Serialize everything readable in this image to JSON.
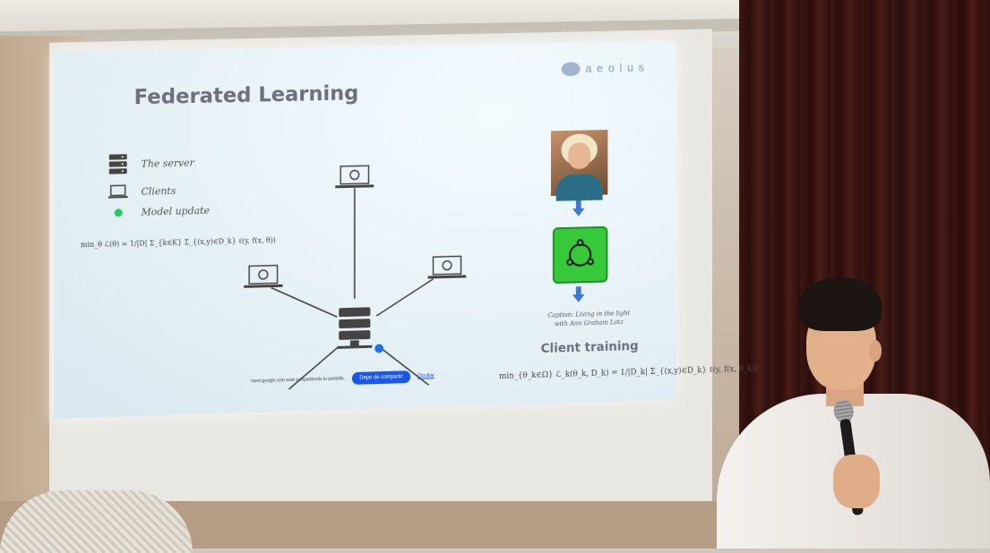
{
  "slide": {
    "title": "Federated Learning",
    "logo_text": "aeolus",
    "legend": {
      "server": "The server",
      "clients": "Clients",
      "model_update": "Model update"
    },
    "global_objective": "min_θ ℒ(θ) = 1/|D| Σ_{k∈K} Σ_{(x,y)∈D_k} ℓ(y, f(x, θ))",
    "caption_line1": "Caption: Living in the light",
    "caption_line2": "with Ann Graham Lotz",
    "client_training_label": "Client training",
    "client_objective": "min_{θ_k∈Ω} ℒ_k(θ_k, D_k) = 1/|D_k| Σ_{(x,y)∈D_k} ℓ(y, f(x, θ_k))"
  },
  "share_bar": {
    "message": "meet.google.com está compartiendo tu pantalla.",
    "stop_label": "Dejar de compartir",
    "hide_label": "Ocultar"
  },
  "colors": {
    "slide_title": "#6f6f80",
    "model_update": "#28c85a",
    "arrow": "#3a78d6",
    "share_button": "#1a56e8"
  }
}
